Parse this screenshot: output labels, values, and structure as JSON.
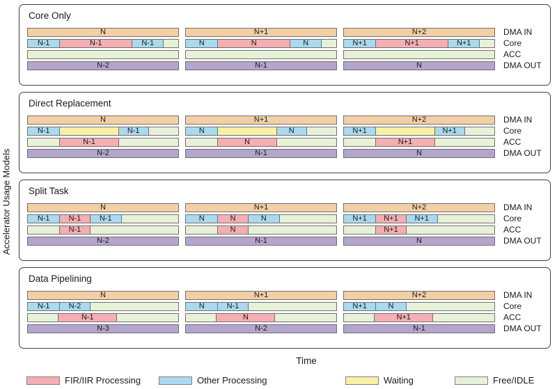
{
  "side_label": "Accelerator Usage Models",
  "time_label": "Time",
  "row_labels": [
    "DMA IN",
    "Core",
    "ACC",
    "DMA OUT"
  ],
  "colors": {
    "peach": "#F2CFA5",
    "blue": "#AADAED",
    "pink": "#F5AEB3",
    "yellow": "#F9F0A5",
    "green": "#E7F1D7",
    "purple": "#B3A5CC"
  },
  "panels": [
    {
      "title": "Core Only",
      "groups": [
        {
          "rows": [
            [
              {
                "c": "peach",
                "t": "N",
                "w": 100
              }
            ],
            [
              {
                "c": "blue",
                "t": "N-1",
                "w": 21
              },
              {
                "c": "pink",
                "t": "N-1",
                "w": 48
              },
              {
                "c": "blue",
                "t": "N-1",
                "w": 21
              },
              {
                "c": "green",
                "t": "",
                "w": 10
              }
            ],
            [
              {
                "c": "green",
                "t": "",
                "w": 100
              }
            ],
            [
              {
                "c": "purple",
                "t": "N-2",
                "w": 100
              }
            ]
          ]
        },
        {
          "rows": [
            [
              {
                "c": "peach",
                "t": "N+1",
                "w": 100
              }
            ],
            [
              {
                "c": "blue",
                "t": "N",
                "w": 21
              },
              {
                "c": "pink",
                "t": "N",
                "w": 48
              },
              {
                "c": "blue",
                "t": "N",
                "w": 21
              },
              {
                "c": "green",
                "t": "",
                "w": 10
              }
            ],
            [
              {
                "c": "green",
                "t": "",
                "w": 100
              }
            ],
            [
              {
                "c": "purple",
                "t": "N-1",
                "w": 100
              }
            ]
          ]
        },
        {
          "rows": [
            [
              {
                "c": "peach",
                "t": "N+2",
                "w": 100
              }
            ],
            [
              {
                "c": "blue",
                "t": "N+1",
                "w": 21
              },
              {
                "c": "pink",
                "t": "N+1",
                "w": 48
              },
              {
                "c": "blue",
                "t": "N+1",
                "w": 21
              },
              {
                "c": "green",
                "t": "",
                "w": 10
              }
            ],
            [
              {
                "c": "green",
                "t": "",
                "w": 100
              }
            ],
            [
              {
                "c": "purple",
                "t": "N",
                "w": 100
              }
            ]
          ]
        }
      ]
    },
    {
      "title": "Direct Replacement",
      "groups": [
        {
          "rows": [
            [
              {
                "c": "peach",
                "t": "N",
                "w": 100
              }
            ],
            [
              {
                "c": "blue",
                "t": "N-1",
                "w": 21
              },
              {
                "c": "yellow",
                "t": "",
                "w": 39
              },
              {
                "c": "blue",
                "t": "N-1",
                "w": 20
              },
              {
                "c": "green",
                "t": "",
                "w": 20
              }
            ],
            [
              {
                "c": "green",
                "t": "",
                "w": 21
              },
              {
                "c": "pink",
                "t": "N-1",
                "w": 39
              },
              {
                "c": "green",
                "t": "",
                "w": 40
              }
            ],
            [
              {
                "c": "purple",
                "t": "N-2",
                "w": 100
              }
            ]
          ]
        },
        {
          "rows": [
            [
              {
                "c": "peach",
                "t": "N+1",
                "w": 100
              }
            ],
            [
              {
                "c": "blue",
                "t": "N",
                "w": 21
              },
              {
                "c": "yellow",
                "t": "",
                "w": 39
              },
              {
                "c": "blue",
                "t": "N",
                "w": 20
              },
              {
                "c": "green",
                "t": "",
                "w": 20
              }
            ],
            [
              {
                "c": "green",
                "t": "",
                "w": 21
              },
              {
                "c": "pink",
                "t": "N",
                "w": 39
              },
              {
                "c": "green",
                "t": "",
                "w": 40
              }
            ],
            [
              {
                "c": "purple",
                "t": "N-1",
                "w": 100
              }
            ]
          ]
        },
        {
          "rows": [
            [
              {
                "c": "peach",
                "t": "N+2",
                "w": 100
              }
            ],
            [
              {
                "c": "blue",
                "t": "N+1",
                "w": 21
              },
              {
                "c": "yellow",
                "t": "",
                "w": 39
              },
              {
                "c": "blue",
                "t": "N+1",
                "w": 20
              },
              {
                "c": "green",
                "t": "",
                "w": 20
              }
            ],
            [
              {
                "c": "green",
                "t": "",
                "w": 21
              },
              {
                "c": "pink",
                "t": "N+1",
                "w": 39
              },
              {
                "c": "green",
                "t": "",
                "w": 40
              }
            ],
            [
              {
                "c": "purple",
                "t": "N",
                "w": 100
              }
            ]
          ]
        }
      ]
    },
    {
      "title": "Split Task",
      "groups": [
        {
          "rows": [
            [
              {
                "c": "peach",
                "t": "N",
                "w": 100
              }
            ],
            [
              {
                "c": "blue",
                "t": "N-1",
                "w": 21
              },
              {
                "c": "pink",
                "t": "N-1",
                "w": 20
              },
              {
                "c": "blue",
                "t": "N-1",
                "w": 21
              },
              {
                "c": "green",
                "t": "",
                "w": 38
              }
            ],
            [
              {
                "c": "green",
                "t": "",
                "w": 21
              },
              {
                "c": "pink",
                "t": "N-1",
                "w": 20
              },
              {
                "c": "green",
                "t": "",
                "w": 59
              }
            ],
            [
              {
                "c": "purple",
                "t": "N-2",
                "w": 100
              }
            ]
          ]
        },
        {
          "rows": [
            [
              {
                "c": "peach",
                "t": "N+1",
                "w": 100
              }
            ],
            [
              {
                "c": "blue",
                "t": "N",
                "w": 21
              },
              {
                "c": "pink",
                "t": "N",
                "w": 20
              },
              {
                "c": "blue",
                "t": "N",
                "w": 21
              },
              {
                "c": "green",
                "t": "",
                "w": 38
              }
            ],
            [
              {
                "c": "green",
                "t": "",
                "w": 21
              },
              {
                "c": "pink",
                "t": "N",
                "w": 20
              },
              {
                "c": "green",
                "t": "",
                "w": 59
              }
            ],
            [
              {
                "c": "purple",
                "t": "N-1",
                "w": 100
              }
            ]
          ]
        },
        {
          "rows": [
            [
              {
                "c": "peach",
                "t": "N+2",
                "w": 100
              }
            ],
            [
              {
                "c": "blue",
                "t": "N+1",
                "w": 21
              },
              {
                "c": "pink",
                "t": "N+1",
                "w": 20
              },
              {
                "c": "blue",
                "t": "N+1",
                "w": 21
              },
              {
                "c": "green",
                "t": "",
                "w": 38
              }
            ],
            [
              {
                "c": "green",
                "t": "",
                "w": 21
              },
              {
                "c": "pink",
                "t": "N+1",
                "w": 20
              },
              {
                "c": "green",
                "t": "",
                "w": 59
              }
            ],
            [
              {
                "c": "purple",
                "t": "N",
                "w": 100
              }
            ]
          ]
        }
      ]
    },
    {
      "title": "Data Pipelining",
      "groups": [
        {
          "rows": [
            [
              {
                "c": "peach",
                "t": "N",
                "w": 100
              }
            ],
            [
              {
                "c": "blue",
                "t": "N-1",
                "w": 21
              },
              {
                "c": "blue",
                "t": "N-2",
                "w": 20
              },
              {
                "c": "green",
                "t": "",
                "w": 59
              }
            ],
            [
              {
                "c": "green",
                "t": "",
                "w": 20
              },
              {
                "c": "pink",
                "t": "N-1",
                "w": 39
              },
              {
                "c": "green",
                "t": "",
                "w": 41
              }
            ],
            [
              {
                "c": "purple",
                "t": "N-3",
                "w": 100
              }
            ]
          ]
        },
        {
          "rows": [
            [
              {
                "c": "peach",
                "t": "N+1",
                "w": 100
              }
            ],
            [
              {
                "c": "blue",
                "t": "N",
                "w": 21
              },
              {
                "c": "blue",
                "t": "N-1",
                "w": 20
              },
              {
                "c": "green",
                "t": "",
                "w": 59
              }
            ],
            [
              {
                "c": "green",
                "t": "",
                "w": 20
              },
              {
                "c": "pink",
                "t": "N",
                "w": 39
              },
              {
                "c": "green",
                "t": "",
                "w": 41
              }
            ],
            [
              {
                "c": "purple",
                "t": "N-2",
                "w": 100
              }
            ]
          ]
        },
        {
          "rows": [
            [
              {
                "c": "peach",
                "t": "N+2",
                "w": 100
              }
            ],
            [
              {
                "c": "blue",
                "t": "N+1",
                "w": 21
              },
              {
                "c": "blue",
                "t": "N",
                "w": 20
              },
              {
                "c": "green",
                "t": "",
                "w": 59
              }
            ],
            [
              {
                "c": "green",
                "t": "",
                "w": 20
              },
              {
                "c": "pink",
                "t": "N+1",
                "w": 39
              },
              {
                "c": "green",
                "t": "",
                "w": 41
              }
            ],
            [
              {
                "c": "purple",
                "t": "N-1",
                "w": 100
              }
            ]
          ]
        }
      ]
    }
  ],
  "legend": [
    {
      "swatch": "pink",
      "label": "FIR/IIR Processing"
    },
    {
      "swatch": "blue",
      "label": "Other Processing"
    },
    {
      "swatch": "yellow",
      "label": "Waiting"
    },
    {
      "swatch": "green",
      "label": "Free/IDLE"
    }
  ]
}
